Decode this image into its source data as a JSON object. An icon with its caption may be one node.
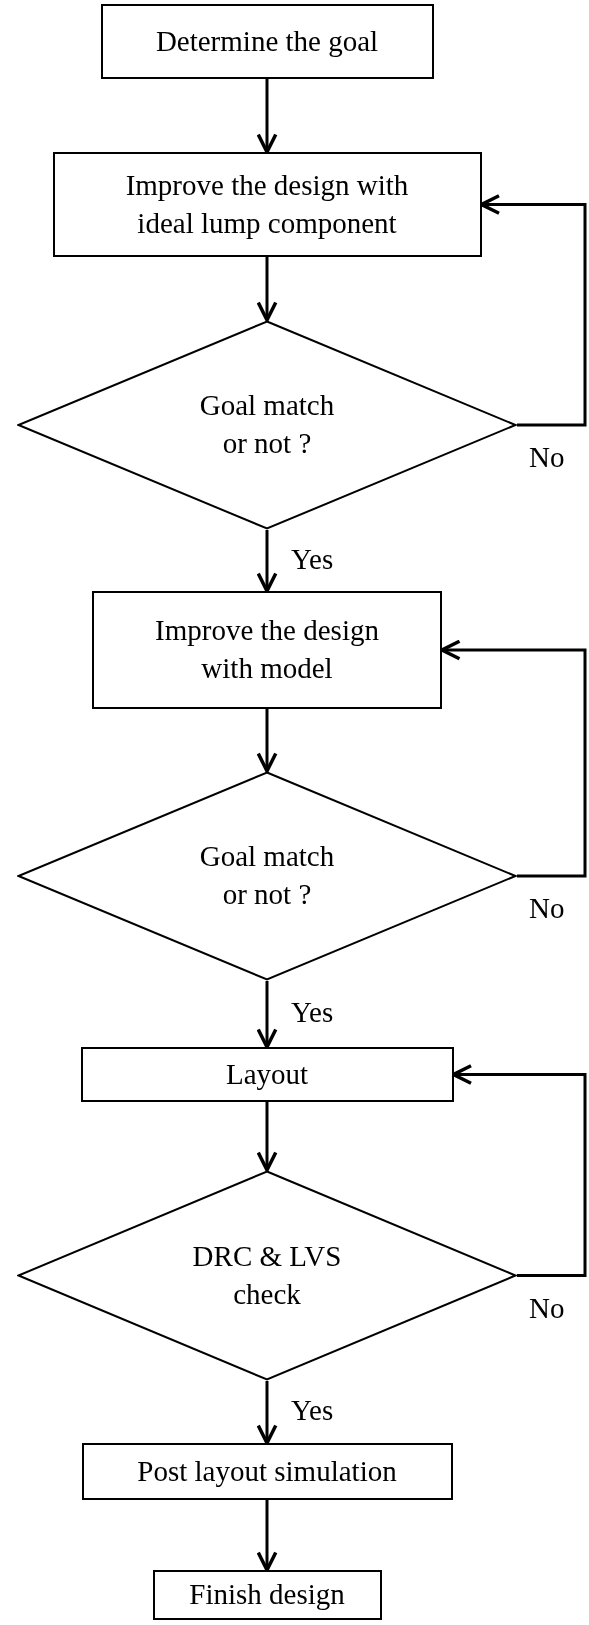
{
  "diagram": {
    "nodes": [
      {
        "text": [
          "Determine the goal"
        ]
      },
      {
        "text": [
          "Improve the design with ideal lump component"
        ]
      },
      {
        "text": [
          "Goal match or not ?"
        ]
      },
      {
        "text": [
          "Improve the design with model"
        ]
      },
      {
        "text": [
          "Goal match or not ?"
        ]
      },
      {
        "text": [
          "Layout"
        ]
      },
      {
        "text": [
          "DRC & LVS check"
        ]
      },
      {
        "text": [
          "Post layout simulation"
        ]
      },
      {
        "text": [
          "Finish design"
        ]
      }
    ],
    "edges": [
      {
        "from": 0,
        "to": 1,
        "arrow": "to"
      },
      {
        "from": 1,
        "to": 2,
        "arrow": "to"
      },
      {
        "from": 2,
        "to": 1,
        "arrow": "to",
        "label": "No"
      },
      {
        "from": 2,
        "to": 3,
        "arrow": "to",
        "label": "Yes"
      },
      {
        "from": 3,
        "to": 4,
        "arrow": "to"
      },
      {
        "from": 4,
        "to": 3,
        "arrow": "to",
        "label": "No"
      },
      {
        "from": 4,
        "to": 5,
        "arrow": "to",
        "label": "Yes"
      },
      {
        "from": 5,
        "to": 6,
        "arrow": "to"
      },
      {
        "from": 6,
        "to": 5,
        "arrow": "to",
        "label": "No"
      },
      {
        "from": 6,
        "to": 7,
        "arrow": "to",
        "label": "Yes"
      },
      {
        "from": 7,
        "to": 8,
        "arrow": "to"
      }
    ]
  }
}
